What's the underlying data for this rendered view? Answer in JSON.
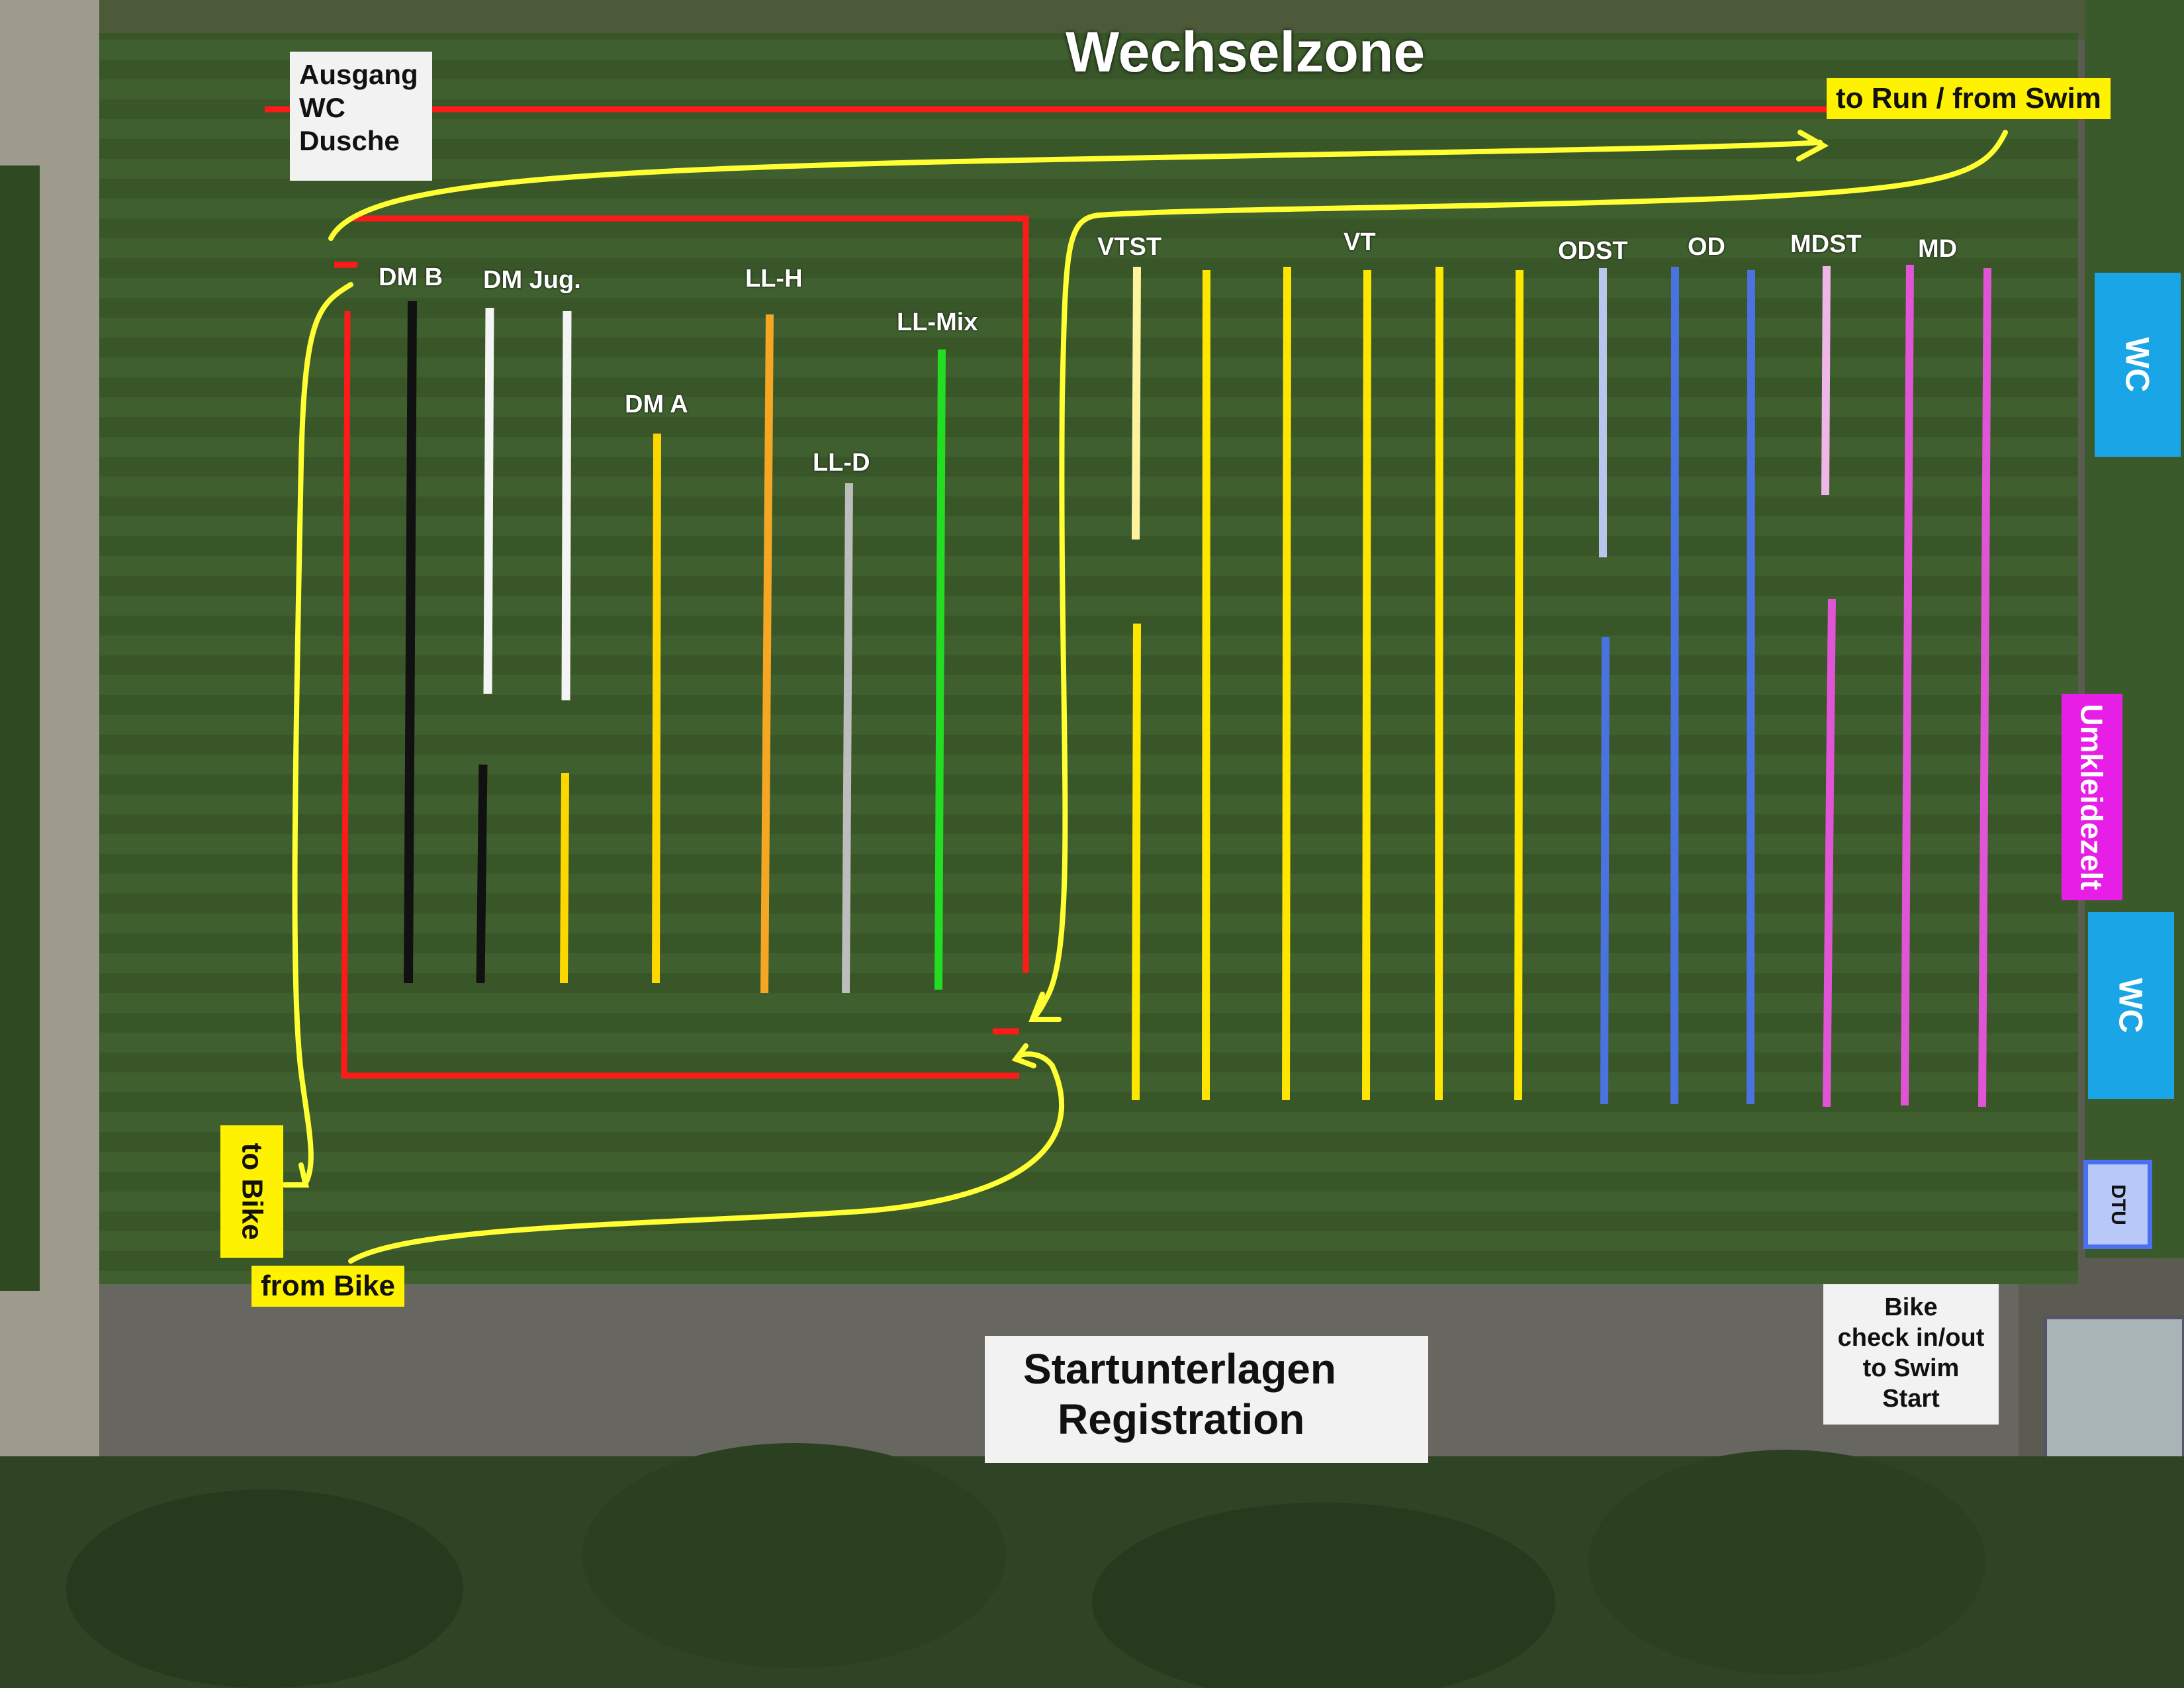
{
  "title": "Wechselzone",
  "labels": {
    "exit_box": [
      "Ausgang",
      "WC",
      "Dusche"
    ],
    "to_run_from_swim": "to Run / from Swim",
    "to_bike": "to Bike",
    "from_bike": "from Bike",
    "registration": [
      "Startunterlagen",
      "Registration"
    ],
    "bike_check": [
      "Bike",
      "check in/out",
      "to Swim",
      "Start"
    ],
    "wc_top": "WC",
    "umkleidezelt": "Umkleidezelt",
    "wc_bottom": "WC",
    "dtu": "DTU"
  },
  "rack_groups": [
    {
      "label": "DM B",
      "color": "#111111"
    },
    {
      "label": "DM Jug.",
      "color": "#f4f4f4"
    },
    {
      "label": "DM A",
      "color": "#ffd700"
    },
    {
      "label": "LL-H",
      "color": "#f5a623"
    },
    {
      "label": "LL-D",
      "color": "#bdbdbd"
    },
    {
      "label": "LL-Mix",
      "color": "#22dd22"
    },
    {
      "label": "VTST",
      "color": "#fff3a0"
    },
    {
      "label": "VT",
      "color": "#ffe600"
    },
    {
      "label": "ODST",
      "color": "#b8c6ee"
    },
    {
      "label": "OD",
      "color": "#4a72e0"
    },
    {
      "label": "MDST",
      "color": "#f0b6ea"
    },
    {
      "label": "MD",
      "color": "#e055d6"
    }
  ],
  "colors": {
    "grass": "#3c5a2c",
    "path_red": "#ff1a1a",
    "path_yellow": "#ffff33",
    "wc_blue": "#1aa6e6",
    "tent_magenta": "#e61ee6",
    "dtu_blue": "#5a7ff0"
  }
}
